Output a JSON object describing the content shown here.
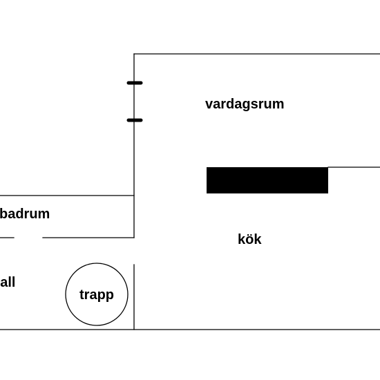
{
  "colors": {
    "background": "#ffffff",
    "wall": "#000000",
    "counter": "#000000"
  },
  "rooms": {
    "living_room": {
      "label": "vardagsrum"
    },
    "kitchen": {
      "label": "kök"
    },
    "bathroom": {
      "label": "badrum"
    },
    "hall": {
      "label": "hall"
    },
    "stairs": {
      "label": "trapp"
    }
  }
}
